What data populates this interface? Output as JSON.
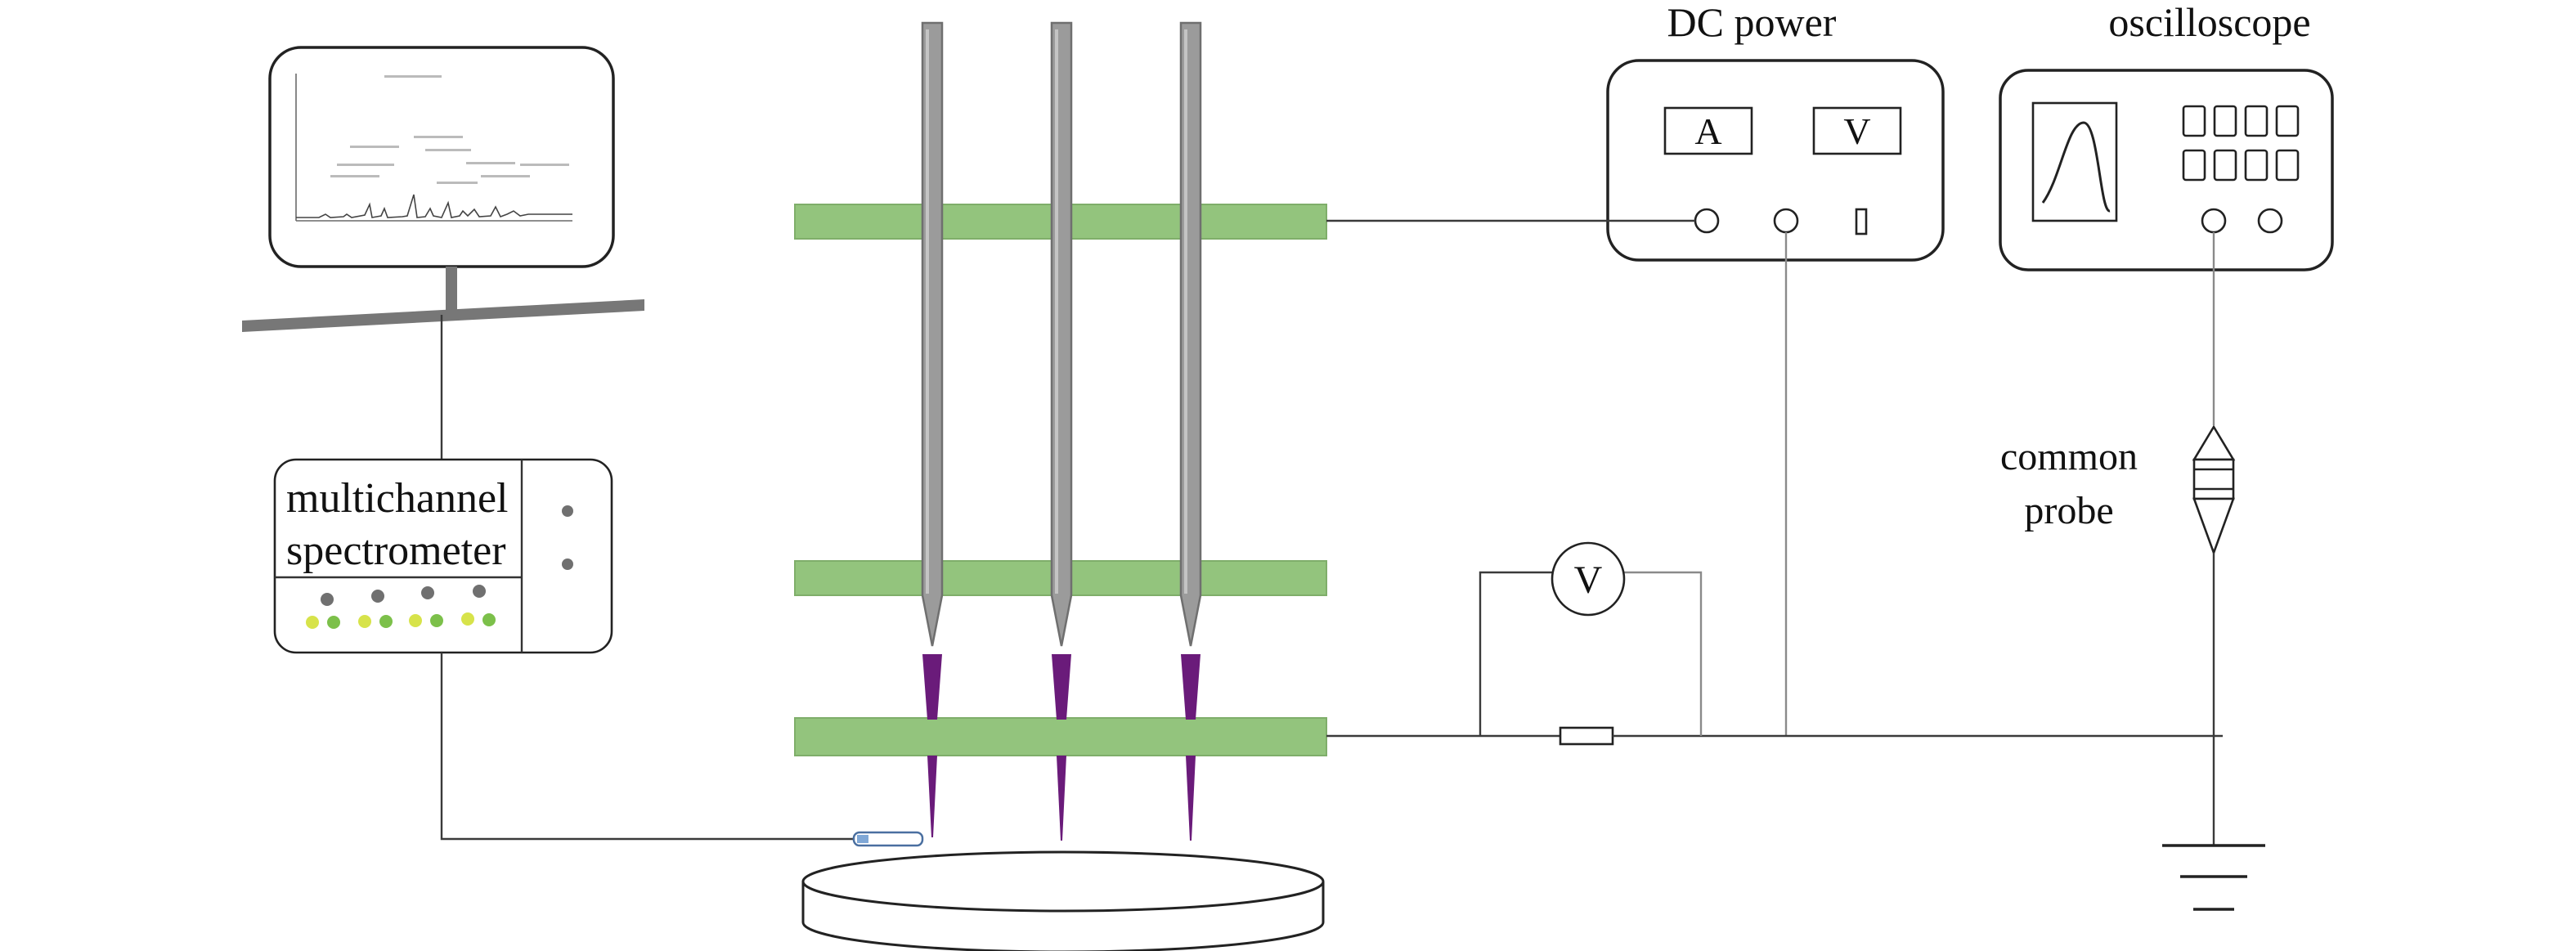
{
  "labels": {
    "dc_power": "DC power",
    "oscilloscope": "oscilloscope",
    "probe_line1": "common",
    "probe_line2": "probe",
    "spectrometer_line1": "multichannel",
    "spectrometer_line2": "spectrometer",
    "ammeter": "A",
    "voltmeter": "V",
    "resistor_voltmeter": "V"
  },
  "colors": {
    "plate_green": "#93c47d",
    "needle_gray": "#9b9b9b",
    "plasma_purple": "#6a1b7a",
    "led_gray": "#707070",
    "led_yellow": "#d7e34a",
    "led_green": "#7cc04a",
    "fiber_tip_blue": "#7fa7d6"
  },
  "components": {
    "needle_electrodes": 3,
    "green_plates": 3,
    "spectrometer_leds_gray": 4,
    "spectrometer_leds_colored": 8,
    "oscilloscope_buttons": 8
  }
}
